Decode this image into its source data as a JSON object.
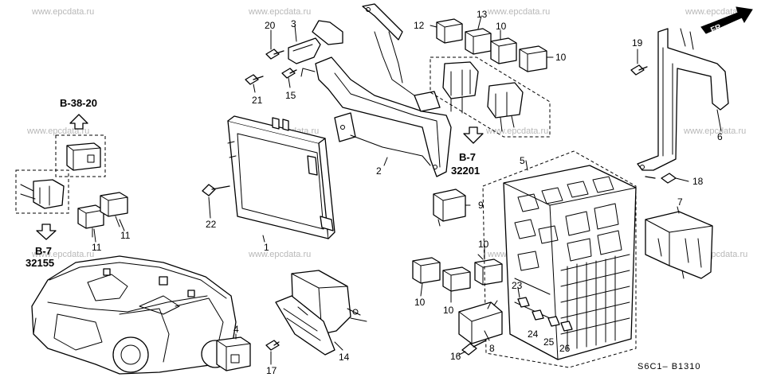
{
  "watermark": "www.epcdata.ru",
  "direction_label": "FR.",
  "diagram_code": "S6C1– B1310",
  "refs": [
    {
      "id": "ref-b38-20",
      "lines": [
        "B-38-20"
      ],
      "arrow": "up"
    },
    {
      "id": "ref-b7-32155",
      "lines": [
        "B-7",
        "32155"
      ],
      "arrow": "down"
    },
    {
      "id": "ref-b7-32201",
      "lines": [
        "B-7",
        "32201"
      ],
      "arrow": "down"
    }
  ],
  "callouts": [
    "1",
    "2",
    "3",
    "4",
    "5",
    "6",
    "7",
    "8",
    "9",
    "10",
    "10",
    "10",
    "10",
    "10",
    "11",
    "11",
    "12",
    "13",
    "14",
    "15",
    "16",
    "17",
    "18",
    "19",
    "20",
    "21",
    "22",
    "23",
    "24",
    "25",
    "26"
  ]
}
